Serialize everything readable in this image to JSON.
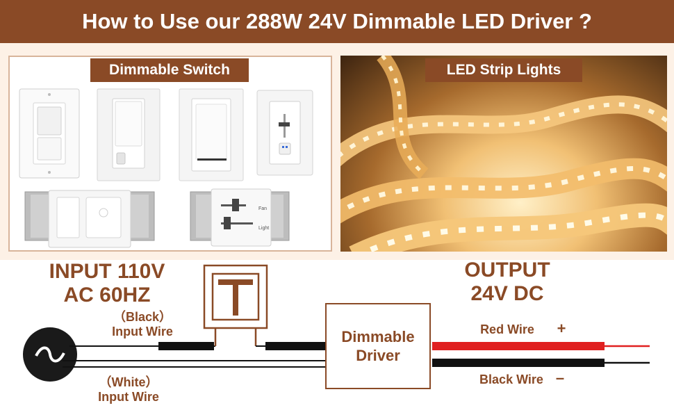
{
  "title": "How to Use our 288W 24V Dimmable LED Driver ?",
  "panels": {
    "switch_label": "Dimmable Switch",
    "strip_label": "LED Strip Lights"
  },
  "wiring": {
    "input_line1": "INPUT 110V",
    "input_line2": "AC 60HZ",
    "black_label": "（Black）",
    "black_wire_label": "Input Wire",
    "white_label": "（White）",
    "white_wire_label": "Input Wire",
    "output_line1": "OUTPUT",
    "output_line2": "24V DC",
    "driver_line1": "Dimmable",
    "driver_line2": "Driver",
    "red_wire": "Red Wire",
    "black_wire": "Black Wire",
    "plus": "+",
    "minus": "–"
  },
  "switch_text": {
    "fan": "Fan",
    "light": "Light"
  },
  "colors": {
    "brand": "#8a4a26",
    "red_wire": "#e02020",
    "black_wire": "#111111"
  }
}
